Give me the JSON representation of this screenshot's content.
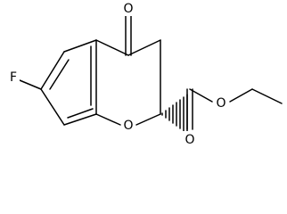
{
  "molecule": {
    "atoms": {
      "fluorine": "F",
      "ketone_oxygen": "O",
      "ring_oxygen": "O",
      "carbonyl_oxygen": "O",
      "ester_oxygen": "O"
    },
    "stereo": "wedge-hashed"
  },
  "colors": {
    "bond": "#000000",
    "text": "#000000",
    "background": "#ffffff"
  }
}
